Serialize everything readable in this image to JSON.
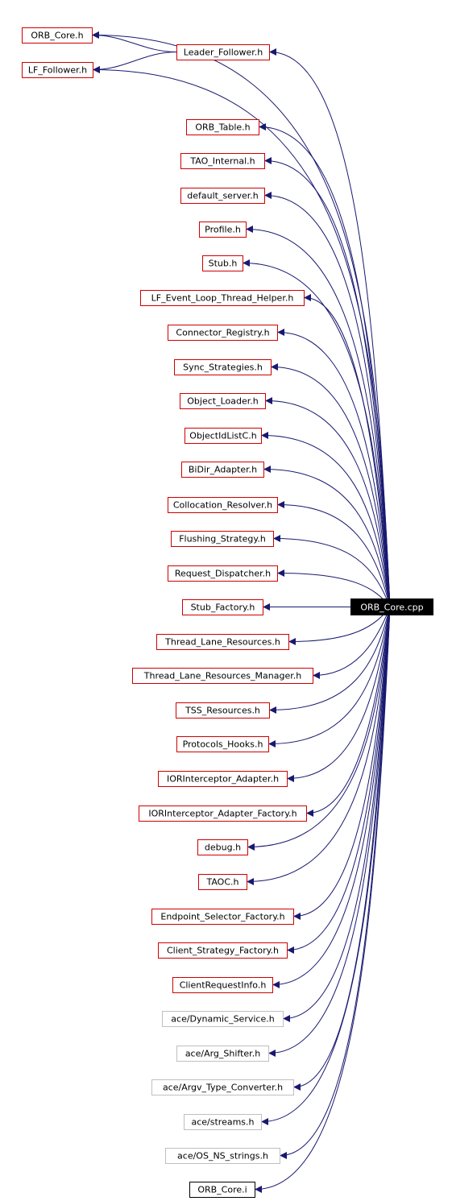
{
  "root": {
    "label": "ORB_Core.cpp"
  },
  "colors": {
    "edge": "#191970",
    "node_border_project": "#cc0000",
    "node_border_external": "#bfbfbf",
    "node_border_local": "#000000",
    "root_fill": "#000000",
    "root_text": "#ffffff",
    "text": "#000000"
  },
  "nodes": [
    {
      "id": "orb_core_h",
      "label": "ORB_Core.h",
      "kind": "project"
    },
    {
      "id": "leader_follower_h",
      "label": "Leader_Follower.h",
      "kind": "project"
    },
    {
      "id": "lf_follower_h",
      "label": "LF_Follower.h",
      "kind": "project"
    },
    {
      "id": "orb_table_h",
      "label": "ORB_Table.h",
      "kind": "project"
    },
    {
      "id": "tao_internal_h",
      "label": "TAO_Internal.h",
      "kind": "project"
    },
    {
      "id": "default_server_h",
      "label": "default_server.h",
      "kind": "project"
    },
    {
      "id": "profile_h",
      "label": "Profile.h",
      "kind": "project"
    },
    {
      "id": "stub_h",
      "label": "Stub.h",
      "kind": "project"
    },
    {
      "id": "lf_event_loop_thread_helper_h",
      "label": "LF_Event_Loop_Thread_Helper.h",
      "kind": "project"
    },
    {
      "id": "connector_registry_h",
      "label": "Connector_Registry.h",
      "kind": "project"
    },
    {
      "id": "sync_strategies_h",
      "label": "Sync_Strategies.h",
      "kind": "project"
    },
    {
      "id": "object_loader_h",
      "label": "Object_Loader.h",
      "kind": "project"
    },
    {
      "id": "objectidlistc_h",
      "label": "ObjectIdListC.h",
      "kind": "project"
    },
    {
      "id": "bidir_adapter_h",
      "label": "BiDir_Adapter.h",
      "kind": "project"
    },
    {
      "id": "collocation_resolver_h",
      "label": "Collocation_Resolver.h",
      "kind": "project"
    },
    {
      "id": "flushing_strategy_h",
      "label": "Flushing_Strategy.h",
      "kind": "project"
    },
    {
      "id": "request_dispatcher_h",
      "label": "Request_Dispatcher.h",
      "kind": "project"
    },
    {
      "id": "stub_factory_h",
      "label": "Stub_Factory.h",
      "kind": "project"
    },
    {
      "id": "thread_lane_resources_h",
      "label": "Thread_Lane_Resources.h",
      "kind": "project"
    },
    {
      "id": "thread_lane_resources_manager_h",
      "label": "Thread_Lane_Resources_Manager.h",
      "kind": "project"
    },
    {
      "id": "tss_resources_h",
      "label": "TSS_Resources.h",
      "kind": "project"
    },
    {
      "id": "protocols_hooks_h",
      "label": "Protocols_Hooks.h",
      "kind": "project"
    },
    {
      "id": "iorinterceptor_adapter_h",
      "label": "IORInterceptor_Adapter.h",
      "kind": "project"
    },
    {
      "id": "iorinterceptor_adapter_factory_h",
      "label": "IORInterceptor_Adapter_Factory.h",
      "kind": "project"
    },
    {
      "id": "debug_h",
      "label": "debug.h",
      "kind": "project"
    },
    {
      "id": "taoc_h",
      "label": "TAOC.h",
      "kind": "project"
    },
    {
      "id": "endpoint_selector_factory_h",
      "label": "Endpoint_Selector_Factory.h",
      "kind": "project"
    },
    {
      "id": "client_strategy_factory_h",
      "label": "Client_Strategy_Factory.h",
      "kind": "project"
    },
    {
      "id": "clientrequestinfo_h",
      "label": "ClientRequestInfo.h",
      "kind": "project"
    },
    {
      "id": "ace_dynamic_service_h",
      "label": "ace/Dynamic_Service.h",
      "kind": "external"
    },
    {
      "id": "ace_arg_shifter_h",
      "label": "ace/Arg_Shifter.h",
      "kind": "external"
    },
    {
      "id": "ace_argv_type_converter_h",
      "label": "ace/Argv_Type_Converter.h",
      "kind": "external"
    },
    {
      "id": "ace_streams_h",
      "label": "ace/streams.h",
      "kind": "external"
    },
    {
      "id": "ace_os_ns_strings_h",
      "label": "ace/OS_NS_strings.h",
      "kind": "external"
    },
    {
      "id": "orb_core_i",
      "label": "ORB_Core.i",
      "kind": "local"
    }
  ],
  "edges": [
    {
      "from": "root",
      "to": "orb_core_h"
    },
    {
      "from": "root",
      "to": "leader_follower_h"
    },
    {
      "from": "root",
      "to": "lf_follower_h"
    },
    {
      "from": "leader_follower_h",
      "to": "orb_core_h"
    },
    {
      "from": "leader_follower_h",
      "to": "lf_follower_h"
    },
    {
      "from": "root",
      "to": "orb_table_h"
    },
    {
      "from": "root",
      "to": "tao_internal_h"
    },
    {
      "from": "root",
      "to": "default_server_h"
    },
    {
      "from": "root",
      "to": "profile_h"
    },
    {
      "from": "root",
      "to": "stub_h"
    },
    {
      "from": "root",
      "to": "lf_event_loop_thread_helper_h"
    },
    {
      "from": "root",
      "to": "connector_registry_h"
    },
    {
      "from": "root",
      "to": "sync_strategies_h"
    },
    {
      "from": "root",
      "to": "object_loader_h"
    },
    {
      "from": "root",
      "to": "objectidlistc_h"
    },
    {
      "from": "root",
      "to": "bidir_adapter_h"
    },
    {
      "from": "root",
      "to": "collocation_resolver_h"
    },
    {
      "from": "root",
      "to": "flushing_strategy_h"
    },
    {
      "from": "root",
      "to": "request_dispatcher_h"
    },
    {
      "from": "root",
      "to": "stub_factory_h"
    },
    {
      "from": "root",
      "to": "thread_lane_resources_h"
    },
    {
      "from": "root",
      "to": "thread_lane_resources_manager_h"
    },
    {
      "from": "root",
      "to": "tss_resources_h"
    },
    {
      "from": "root",
      "to": "protocols_hooks_h"
    },
    {
      "from": "root",
      "to": "iorinterceptor_adapter_h"
    },
    {
      "from": "root",
      "to": "iorinterceptor_adapter_factory_h"
    },
    {
      "from": "root",
      "to": "debug_h"
    },
    {
      "from": "root",
      "to": "taoc_h"
    },
    {
      "from": "root",
      "to": "endpoint_selector_factory_h"
    },
    {
      "from": "root",
      "to": "client_strategy_factory_h"
    },
    {
      "from": "root",
      "to": "clientrequestinfo_h"
    },
    {
      "from": "root",
      "to": "ace_dynamic_service_h"
    },
    {
      "from": "root",
      "to": "ace_arg_shifter_h"
    },
    {
      "from": "root",
      "to": "ace_argv_type_converter_h"
    },
    {
      "from": "root",
      "to": "ace_streams_h"
    },
    {
      "from": "root",
      "to": "ace_os_ns_strings_h"
    },
    {
      "from": "root",
      "to": "orb_core_i"
    }
  ]
}
